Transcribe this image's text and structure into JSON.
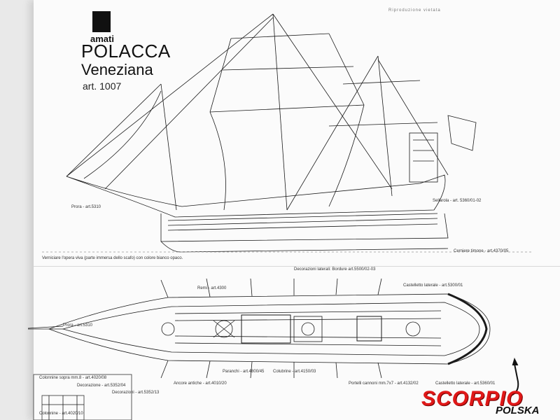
{
  "header": {
    "brand": "amati",
    "title_line1": "POLACCA",
    "title_line2": "Veneziana",
    "article": "art. 1007",
    "note": "Riproduzione vietata"
  },
  "labels": {
    "prora_top": "Prora - art.5310",
    "sellarola": "Sellarola - art. 5360/01-02",
    "cerniere": "Cerniere timone - art.4370/05",
    "verniciare": "Verniciare l'opera viva (parte immersa dello scafo) con colore bianco opaco.",
    "decorazioni": "Decorazioni laterali: Bordure art.5500/02-03",
    "remi": "Remi - art.4300",
    "castello": "Castelletto laterale - art.5300/01",
    "prora_deck": "Prora - art.5310",
    "colonnine": "Colonnine sopra mm.8 - art.4020/08",
    "decorazione": "Decorazione - art.5352/04",
    "decorazioni2": "Decorazioni - art.5352/13",
    "ancore": "Ancore antiche - art.4010/20",
    "paranchi": "Paranchi - art.4800/45",
    "colubrine": "Colubrine - art.4150/03",
    "portelli": "Portelli cannoni mm.7x7 - art.4132/02",
    "castelletto2": "Castelletto laterale - art.5360/01",
    "colonnine2": "Colonnine - art.4020/10"
  },
  "watermark": {
    "brand": "SCORPIO",
    "sub": "POLSKA",
    "color": "#e01818"
  }
}
